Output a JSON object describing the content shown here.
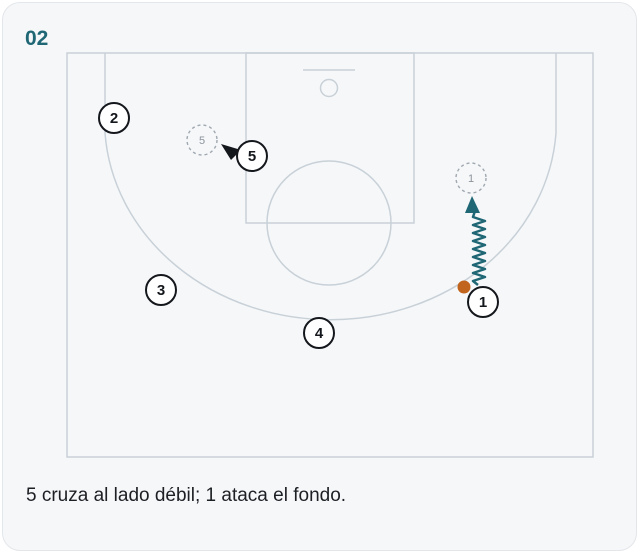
{
  "play": {
    "number": "02",
    "caption": "5 cruza al lado débil; 1 ataca el fondo."
  },
  "colors": {
    "court_line": "#c8d1d8",
    "player_stroke": "#14171c",
    "ghost_stroke": "#a0a8b0",
    "movement": "#1f6775",
    "ball": "#c0641e"
  },
  "players": [
    {
      "id": "p1",
      "label": "1"
    },
    {
      "id": "p2",
      "label": "2"
    },
    {
      "id": "p3",
      "label": "3"
    },
    {
      "id": "p4",
      "label": "4"
    },
    {
      "id": "p5",
      "label": "5"
    }
  ],
  "ghost_positions": [
    {
      "id": "g5",
      "label": "5"
    },
    {
      "id": "g1",
      "label": "1"
    }
  ]
}
